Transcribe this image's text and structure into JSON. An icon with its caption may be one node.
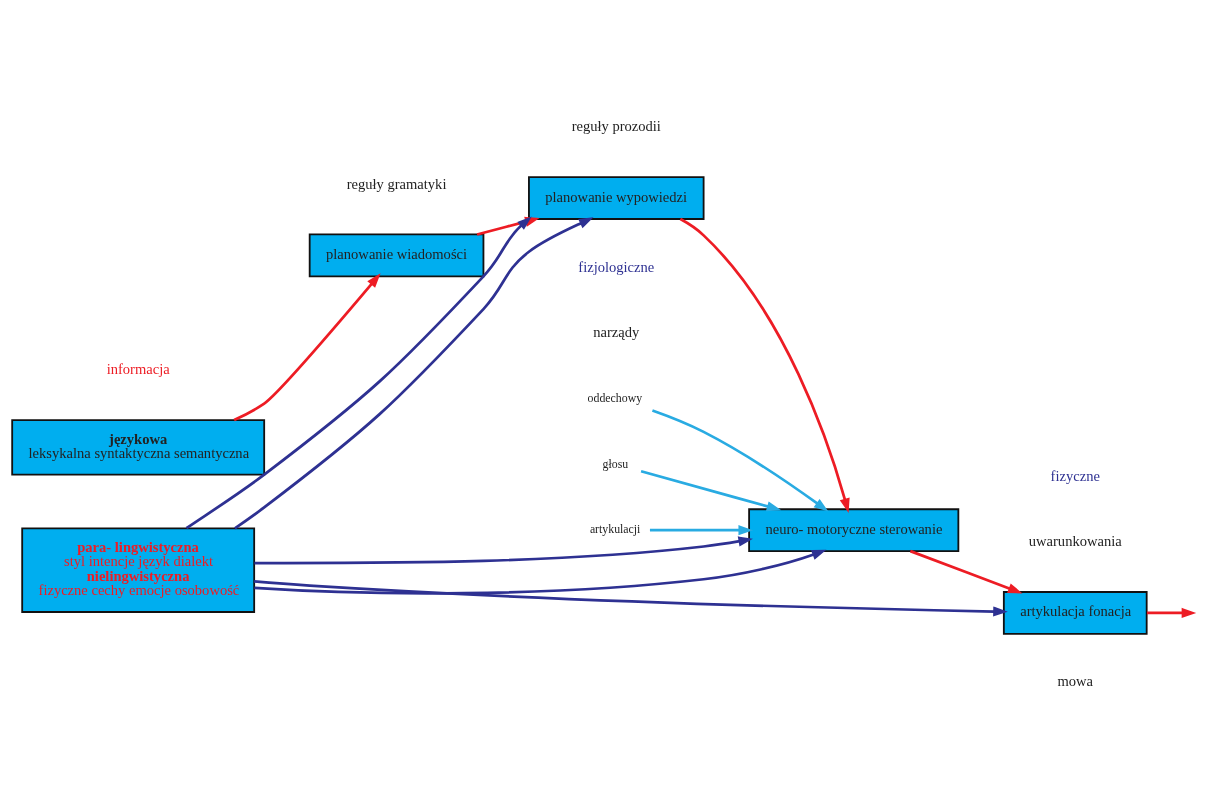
{
  "diagram": {
    "nodes": [
      {
        "text": [
          "językowa",
          "leksykalna syntaktyczna semantyczna"
        ]
      },
      {
        "text": [
          "planowanie wiadomości"
        ]
      },
      {
        "text": [
          "planowanie wypowiedzi"
        ]
      },
      {
        "text": [
          "neuro- motoryczne sterowanie"
        ]
      },
      {
        "text": [
          "artykulacja fonacja"
        ]
      },
      {
        "text": [
          "para- lingwistyczna",
          "styl intencje język dialekt",
          "nielingwistyczna",
          "fizyczne cechy emocje osobowość"
        ]
      },
      {
        "text": [
          "oddechowy"
        ]
      },
      {
        "text": [
          "głosu"
        ]
      },
      {
        "text": [
          "artykulacji"
        ]
      }
    ],
    "edges": [
      {
        "from": 0,
        "to": 1,
        "arrow": "to"
      },
      {
        "from": 1,
        "to": 2,
        "arrow": "to"
      },
      {
        "from": 2,
        "to": 3,
        "arrow": "to"
      },
      {
        "from": 3,
        "to": 4,
        "arrow": "to"
      },
      {
        "from": 4,
        "to": null,
        "arrow": "to"
      },
      {
        "from": 6,
        "to": 3,
        "arrow": "to",
        "color": "#29abe2"
      },
      {
        "from": 7,
        "to": 3,
        "arrow": "to",
        "color": "#29abe2"
      },
      {
        "from": 8,
        "to": 3,
        "arrow": "to",
        "color": "#29abe2"
      },
      {
        "from": 5,
        "to": 2,
        "arrow": "to",
        "color": "#2e3192"
      },
      {
        "from": 5,
        "to": 3,
        "arrow": "to",
        "color": "#2e3192"
      },
      {
        "from": 5,
        "to": 2,
        "arrow": "to",
        "color": "#2e3192"
      },
      {
        "from": 5,
        "to": 3,
        "arrow": "to",
        "color": "#2e3192"
      },
      {
        "from": 5,
        "to": 4,
        "arrow": "to",
        "color": "#2e3192"
      }
    ],
    "labels": [
      "informacja",
      "fizjologiczne",
      "fizyczne",
      "uwarunkowania",
      "reguły gramatyki",
      "reguły prozodii",
      "narządy",
      "mowa"
    ]
  }
}
